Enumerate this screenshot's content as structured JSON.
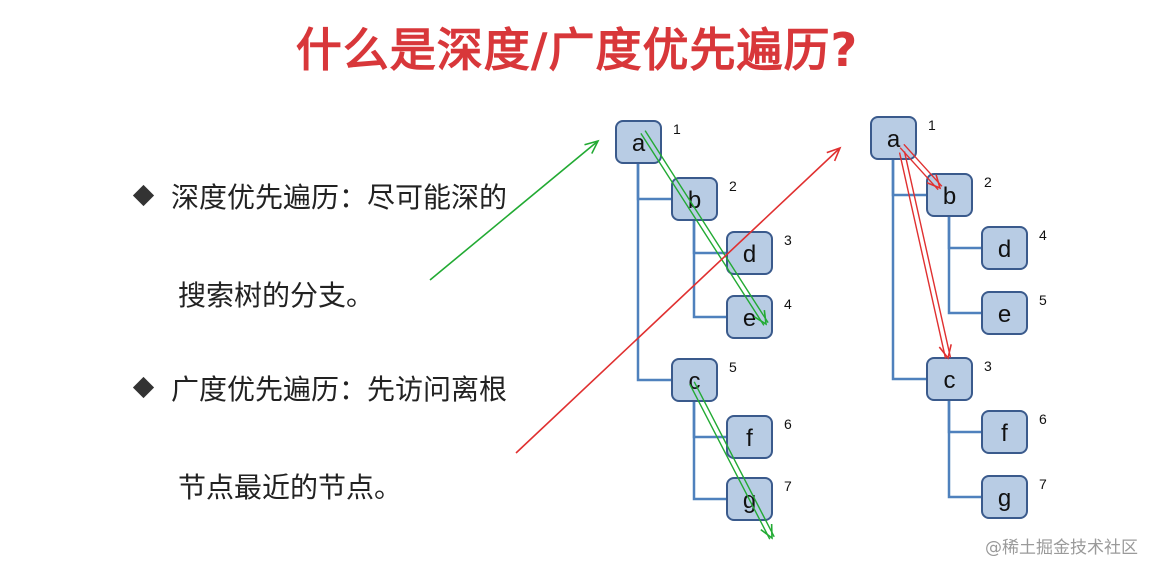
{
  "title": "什么是深度/广度优先遍历?",
  "bullets": [
    {
      "line1": "深度优先遍历：尽可能深的",
      "line2": "搜索树的分支。"
    },
    {
      "line1": "广度优先遍历：先访问离根",
      "line2": "节点最近的节点。"
    }
  ],
  "trees": [
    {
      "nodes": [
        {
          "label": "a",
          "order": "1"
        },
        {
          "label": "b",
          "order": "2"
        },
        {
          "label": "d",
          "order": "3"
        },
        {
          "label": "e",
          "order": "4"
        },
        {
          "label": "c",
          "order": "5"
        },
        {
          "label": "f",
          "order": "6"
        },
        {
          "label": "g",
          "order": "7"
        }
      ]
    },
    {
      "nodes": [
        {
          "label": "a",
          "order": "1"
        },
        {
          "label": "b",
          "order": "2"
        },
        {
          "label": "d",
          "order": "4"
        },
        {
          "label": "e",
          "order": "5"
        },
        {
          "label": "c",
          "order": "3"
        },
        {
          "label": "f",
          "order": "6"
        },
        {
          "label": "g",
          "order": "7"
        }
      ]
    }
  ],
  "watermark": "@稀土掘金技术社区",
  "colors": {
    "title": "#d8373a",
    "node_fill": "#b8cce4",
    "node_border": "#3a5a8c",
    "connector": "#4f81bd",
    "dfs_arrow": "#22aa33",
    "bfs_arrow": "#e03030"
  }
}
